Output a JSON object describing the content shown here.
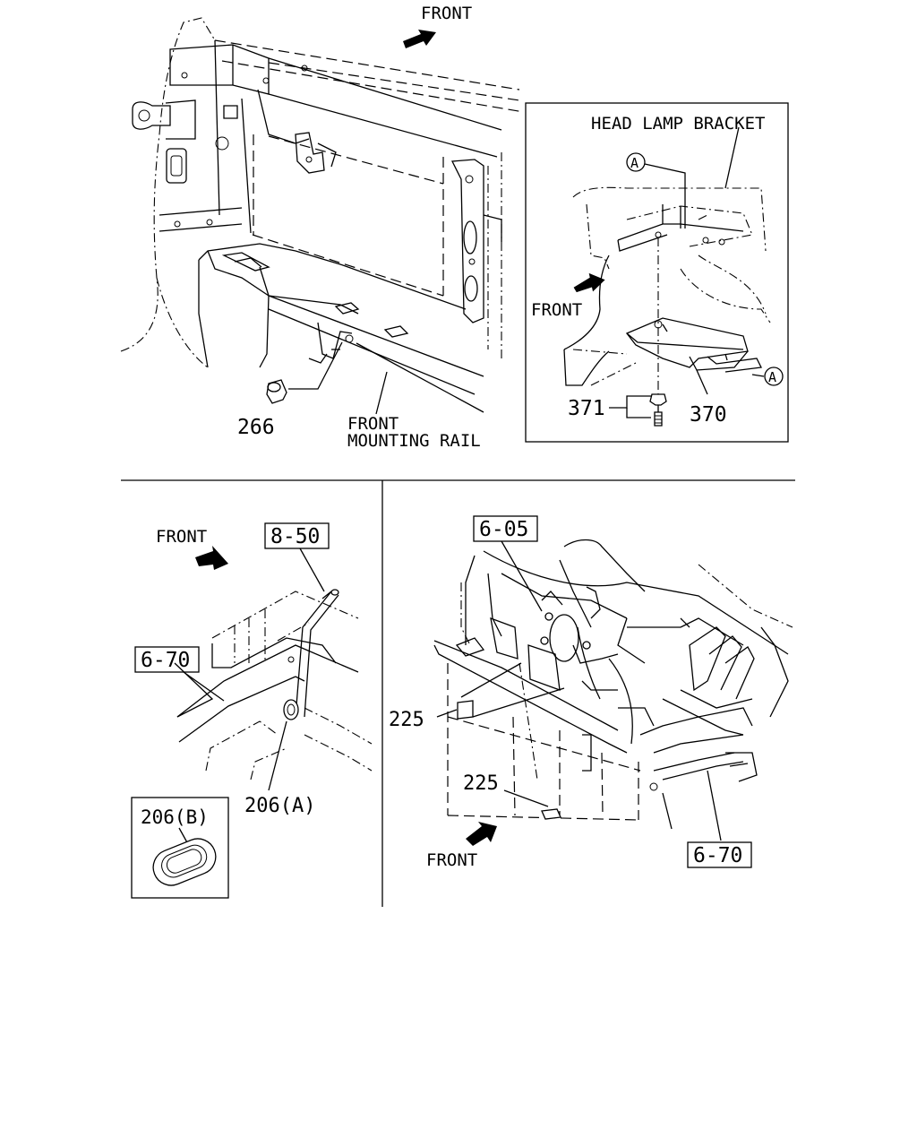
{
  "labels": {
    "front_top": "FRONT",
    "head_lamp_bracket": "HEAD LAMP BRACKET",
    "circle_a": "A",
    "front_inset": "FRONT",
    "part_371": "371",
    "part_370": "370",
    "part_266": "266",
    "front_mounting_rail_1": "FRONT",
    "front_mounting_rail_2": "MOUNTING RAIL",
    "front_bl": "FRONT",
    "ref_8_50": "8-50",
    "ref_6_70_left": "6-70",
    "part_206a": "206(A)",
    "part_206b": "206(B)",
    "ref_6_05": "6-05",
    "part_225_upper": "225",
    "part_225_lower": "225",
    "front_br": "FRONT",
    "ref_6_70_right": "6-70"
  }
}
